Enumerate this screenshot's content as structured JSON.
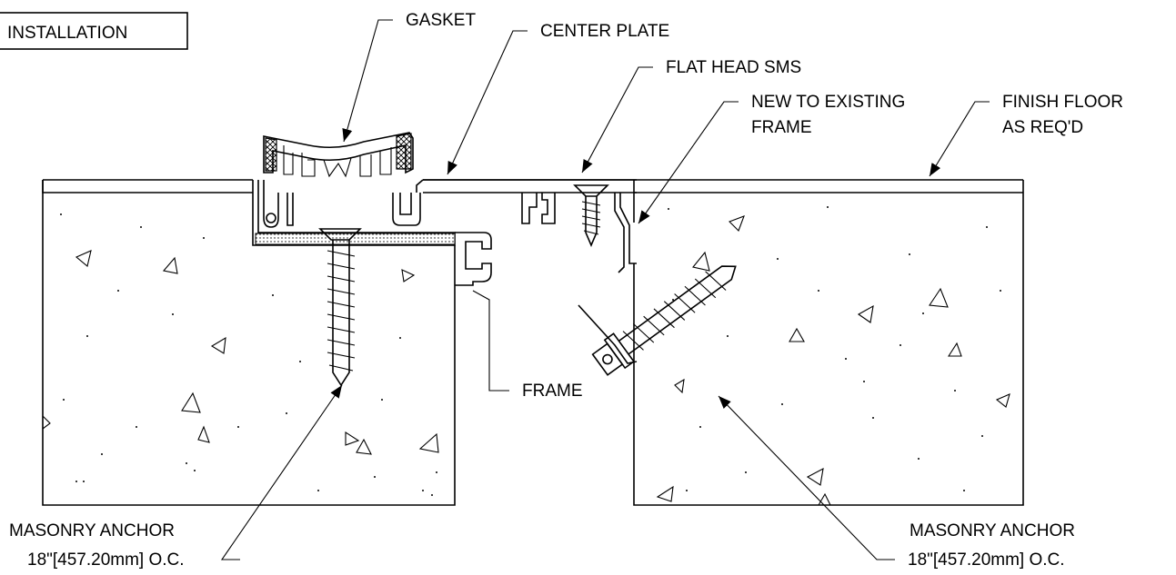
{
  "title_box": "INSTALLATION",
  "labels": {
    "gasket": "GASKET",
    "center_plate": "CENTER PLATE",
    "flat_head_sms": "FLAT HEAD SMS",
    "new_to_existing_1": "NEW TO EXISTING",
    "new_to_existing_2": "FRAME",
    "finish_floor_1": "FINISH FLOOR",
    "finish_floor_2": "AS REQ'D",
    "frame": "FRAME",
    "anchor_left_1": "MASONRY ANCHOR",
    "anchor_left_2": "18\"[457.20mm] O.C.",
    "anchor_right_1": "MASONRY ANCHOR",
    "anchor_right_2": "18\"[457.20mm] O.C."
  }
}
